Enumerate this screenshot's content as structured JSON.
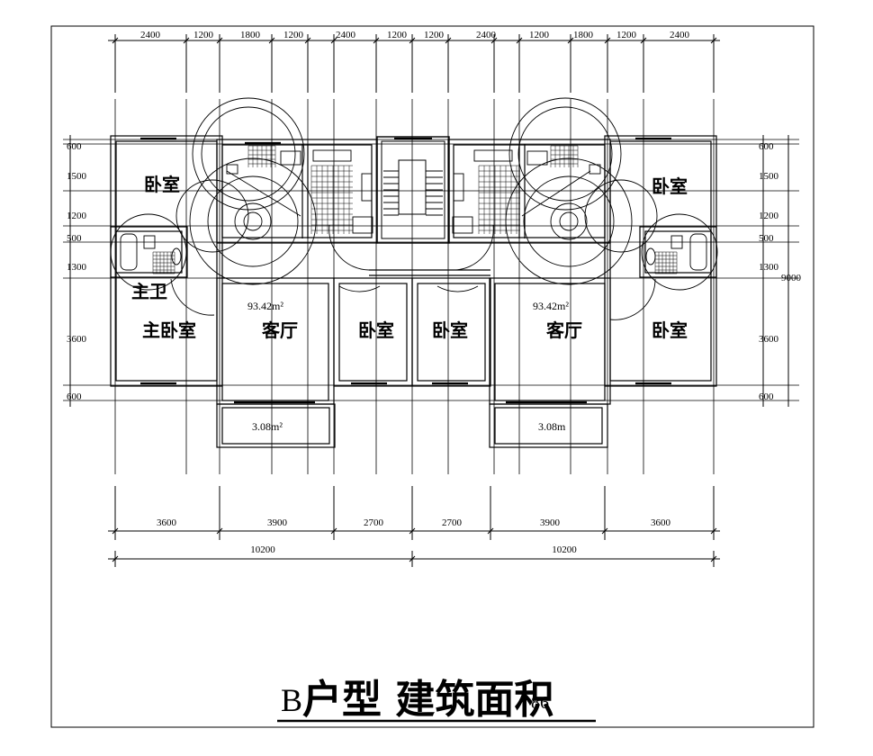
{
  "top_dims": [
    "2400",
    "1200",
    "1800",
    "1200",
    "2400",
    "1200",
    "1200",
    "2400",
    "1200",
    "1800",
    "1200",
    "2400"
  ],
  "left_dims": [
    "600",
    "1500",
    "1200",
    "500",
    "1300",
    "3600",
    "600"
  ],
  "right_dims": [
    "600",
    "1500",
    "1200",
    "500",
    "1300",
    "3600",
    "600"
  ],
  "right_total": "9000",
  "bottom_dims": [
    "3600",
    "3900",
    "2700",
    "2700",
    "3900",
    "3600"
  ],
  "bottom_totals": [
    "10200",
    "10200"
  ],
  "rooms": {
    "bedroom_tl": "卧室",
    "bedroom_tr": "卧室",
    "master_bath": "主卫",
    "master_bedroom": "主卧室",
    "living_l": "客厅",
    "bedroom_ml": "卧室",
    "bedroom_mr": "卧室",
    "living_r": "客厅",
    "bedroom_br": "卧室"
  },
  "areas": {
    "unit_l": "93.42m²",
    "unit_r": "93.42m²",
    "balcony_l": "3.08m²",
    "balcony_r": "3.08m"
  },
  "title": {
    "letter": "B",
    "text": "户型 建筑面积",
    "overlap": "86"
  }
}
